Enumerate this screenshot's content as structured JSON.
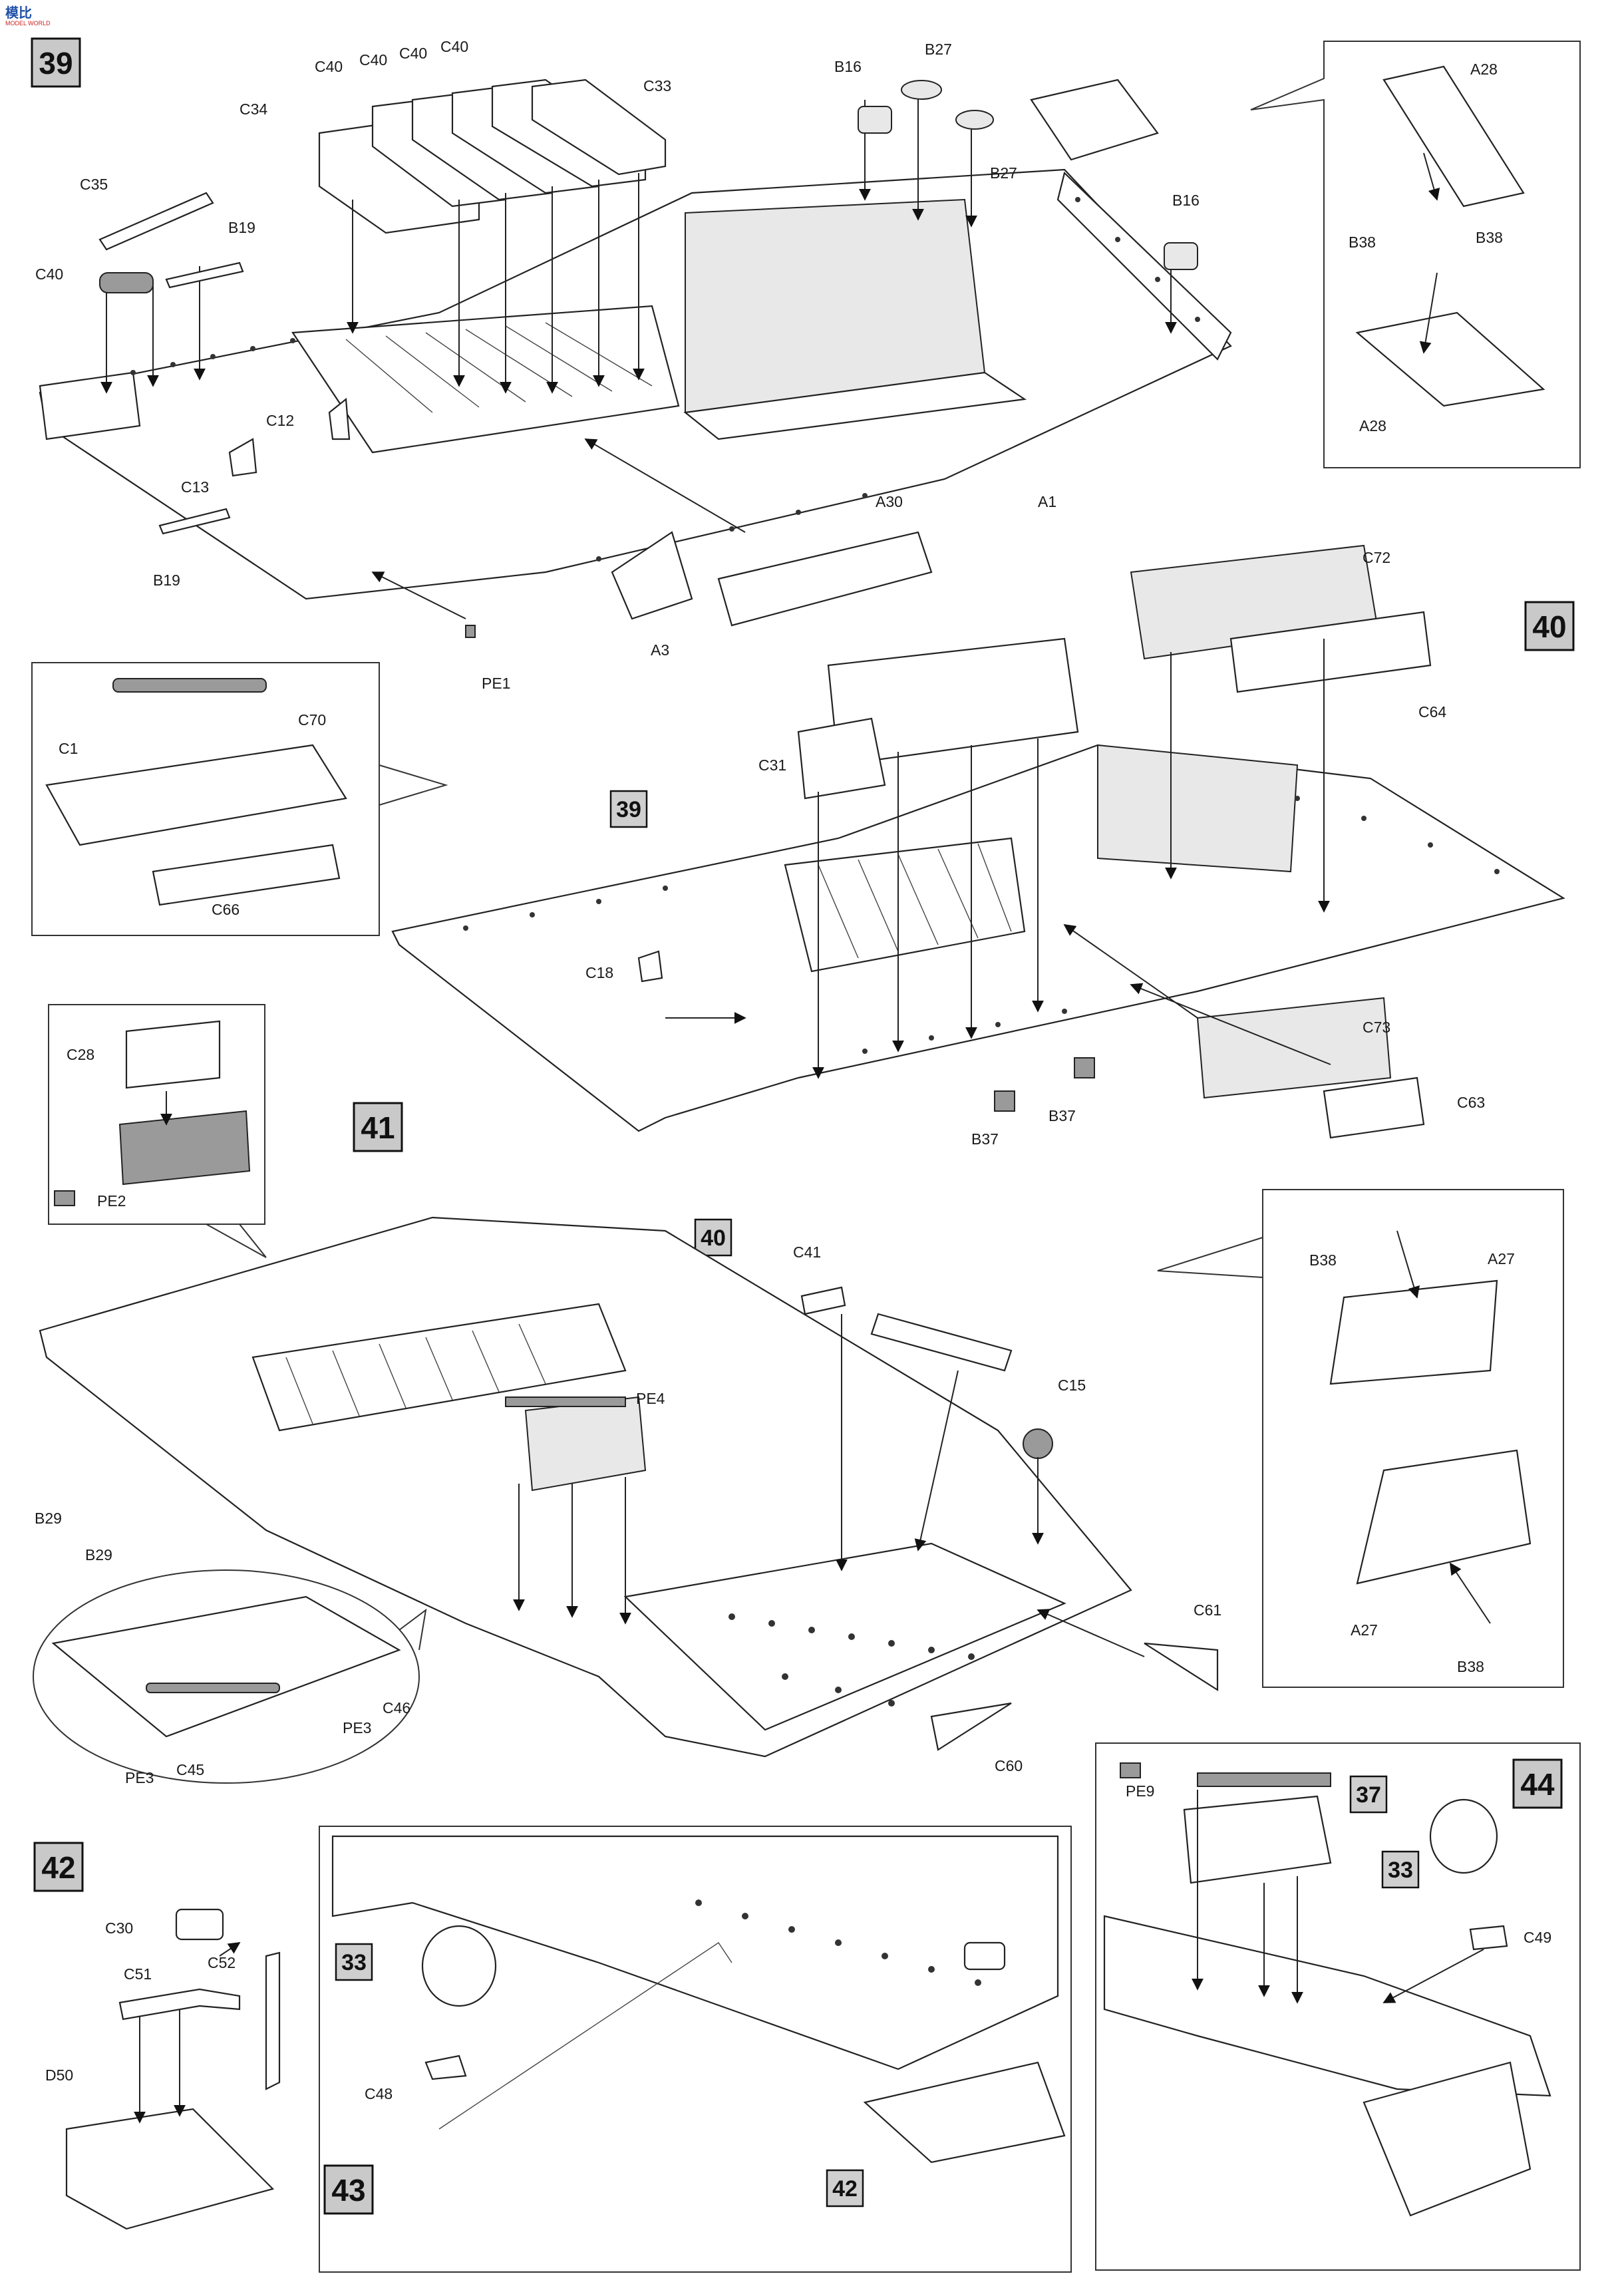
{
  "logo": {
    "mark": "模比",
    "sub": "MODEL WORLD"
  },
  "steps": {
    "s39": "39",
    "s40": "40",
    "s41": "41",
    "s42": "42",
    "s43": "43",
    "s44": "44"
  },
  "refs": {
    "r39": "39",
    "r40": "40",
    "r33a": "33",
    "r33b": "33",
    "r37": "37",
    "r42": "42"
  },
  "parts39": {
    "C40a": "C40",
    "C40b": "C40",
    "C40c": "C40",
    "C40d": "C40",
    "C40e": "C40",
    "C34": "C34",
    "C33": "C33",
    "C35": "C35",
    "B19a": "B19",
    "B19b": "B19",
    "C12": "C12",
    "C13": "C13",
    "A3": "A3",
    "A30": "A30",
    "PE1": "PE1",
    "A1": "A1",
    "B16a": "B16",
    "B16b": "B16",
    "B27a": "B27",
    "B27b": "B27",
    "A28a": "A28",
    "A28b": "A28",
    "B38a": "B38",
    "B38b": "B38"
  },
  "parts40": {
    "C1": "C1",
    "C70": "C70",
    "C66": "C66",
    "C31": "C31",
    "C72": "C72",
    "C64": "C64",
    "C18": "C18",
    "C73": "C73",
    "C63": "C63",
    "B37a": "B37",
    "B37b": "B37"
  },
  "parts41": {
    "C28": "C28",
    "PE2": "PE2",
    "C41": "C41",
    "C15": "C15",
    "PE4": "PE4",
    "B29a": "B29",
    "B29b": "B29",
    "PE3a": "PE3",
    "PE3b": "PE3",
    "C45": "C45",
    "C46": "C46",
    "C61": "C61",
    "C60": "C60",
    "B38c": "B38",
    "B38d": "B38",
    "A27a": "A27",
    "A27b": "A27"
  },
  "parts42": {
    "C30": "C30",
    "C51": "C51",
    "C52": "C52",
    "D50": "D50"
  },
  "parts43": {
    "C48": "C48"
  },
  "parts44": {
    "PE9": "PE9",
    "C49": "C49"
  }
}
